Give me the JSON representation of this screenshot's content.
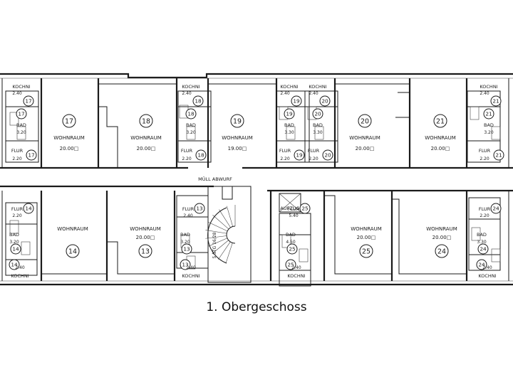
{
  "caption": "1. Obergeschoss",
  "labels": {
    "wohnraum": "WOHNRAUM",
    "bad": "BAD",
    "flur": "FLUR",
    "kochni": "KOCHNI",
    "aufzug": "AUFZUG",
    "muellabwurf": "MÜLL ABWURF",
    "stair": "5 STG 16/28"
  },
  "living_rooms": [
    {
      "number": "17",
      "area": "20.00□"
    },
    {
      "number": "18",
      "area": "20.00□"
    },
    {
      "number": "19",
      "area": "19.00□"
    },
    {
      "number": "20",
      "area": "20.00□"
    },
    {
      "number": "21",
      "area": "20.00□"
    },
    {
      "number": "14",
      "area": ""
    },
    {
      "number": "13",
      "area": "20.00□"
    },
    {
      "number": "25",
      "area": "20.00□"
    },
    {
      "number": "24",
      "area": "20.00□"
    }
  ],
  "bath_areas": [
    "3.20",
    "3.20",
    "3.30",
    "3.30",
    "3.20",
    "3.20",
    "4.50",
    "3.30"
  ],
  "flur_areas": [
    "2.20",
    "2.20",
    "2.20",
    "2.20",
    "2.20",
    "2.20",
    "2.40",
    "5.40"
  ],
  "kitchen_areas": [
    "2.40",
    "2.40",
    "2.40",
    "2.40",
    "2.40",
    "2.40",
    "2.40",
    "2.40"
  ]
}
